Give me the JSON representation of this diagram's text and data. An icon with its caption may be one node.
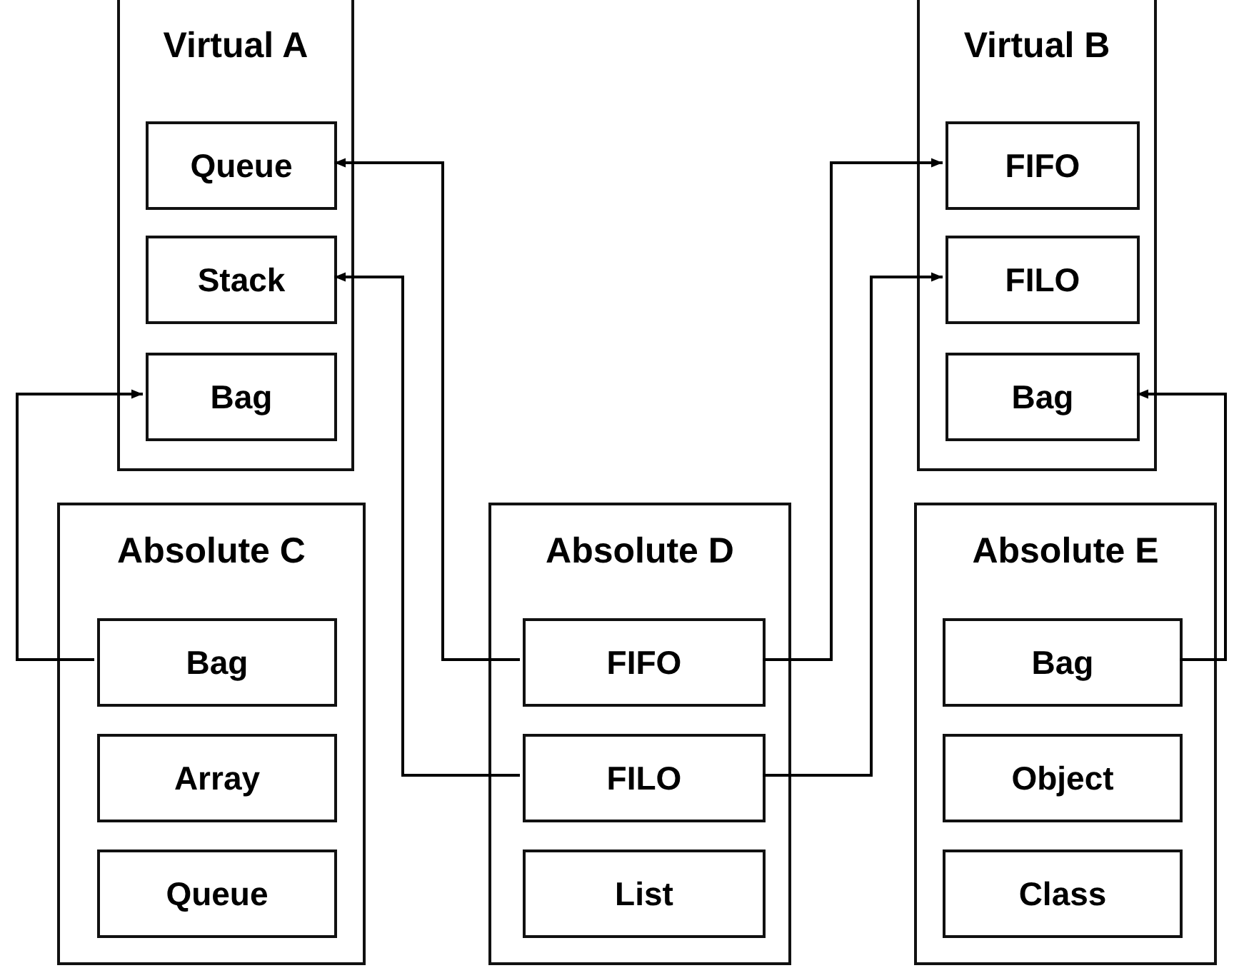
{
  "diagram": {
    "nodes": [
      {
        "text": [
          "Virtual A"
        ]
      },
      {
        "text": [
          "Queue"
        ],
        "in": 0
      },
      {
        "text": [
          "Stack"
        ],
        "in": 0
      },
      {
        "text": [
          "Bag"
        ],
        "in": 0
      },
      {
        "text": [
          "Virtual B"
        ]
      },
      {
        "text": [
          "FIFO"
        ],
        "in": 4
      },
      {
        "text": [
          "FILO"
        ],
        "in": 4
      },
      {
        "text": [
          "Bag"
        ],
        "in": 4
      },
      {
        "text": [
          "Absolute C"
        ]
      },
      {
        "text": [
          "Bag"
        ],
        "in": 8
      },
      {
        "text": [
          "Array"
        ],
        "in": 8
      },
      {
        "text": [
          "Queue"
        ],
        "in": 8
      },
      {
        "text": [
          "Absolute D"
        ]
      },
      {
        "text": [
          "FIFO"
        ],
        "in": 12
      },
      {
        "text": [
          "FILO"
        ],
        "in": 12
      },
      {
        "text": [
          "List"
        ],
        "in": 12
      },
      {
        "text": [
          "Absolute E"
        ]
      },
      {
        "text": [
          "Bag"
        ],
        "in": 16
      },
      {
        "text": [
          "Object"
        ],
        "in": 16
      },
      {
        "text": [
          "Class"
        ],
        "in": 16
      }
    ],
    "edges": [
      {
        "from": 9,
        "to": 3,
        "arrow": "to"
      },
      {
        "from": 13,
        "to": 1,
        "arrow": "to"
      },
      {
        "from": 14,
        "to": 2,
        "arrow": "to"
      },
      {
        "from": 13,
        "to": 5,
        "arrow": "to"
      },
      {
        "from": 14,
        "to": 6,
        "arrow": "to"
      },
      {
        "from": 17,
        "to": 7,
        "arrow": "to"
      }
    ]
  }
}
